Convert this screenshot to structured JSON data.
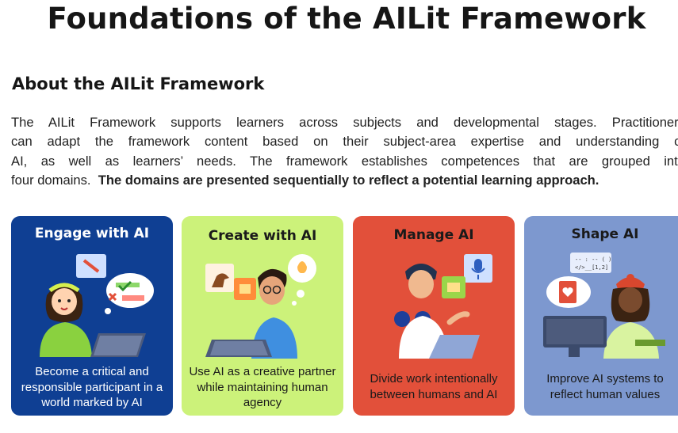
{
  "header": {
    "title": "Foundations of the AILit Framework"
  },
  "about": {
    "heading": "About the AILit Framework",
    "lines": [
      "The AILit Framework supports learners across subjects and developmental stages. Practitioners",
      "can adapt the framework content based on their subject-area expertise and understanding of",
      "AI, as well as learners’ needs. The framework establishes competences that are grouped into",
      "four domains."
    ],
    "emphasis": "The domains are presented sequentially to reflect a potential learning approach."
  },
  "domains": [
    {
      "title": "Engage with AI",
      "description": "Become a critical and responsible participant in a world marked by AI",
      "color": "#0f3f93"
    },
    {
      "title": "Create with AI",
      "description": "Use AI as a creative partner while maintaining human agency",
      "color": "#ccf27a"
    },
    {
      "title": "Manage AI",
      "description": "Divide work intentionally between humans and AI",
      "color": "#e2503a"
    },
    {
      "title": "Shape AI",
      "description": "Improve AI systems to reflect human values",
      "color": "#7d98cf",
      "code_bubble": [
        "-- : -- ( )",
        "</>__[1,2]"
      ]
    }
  ]
}
